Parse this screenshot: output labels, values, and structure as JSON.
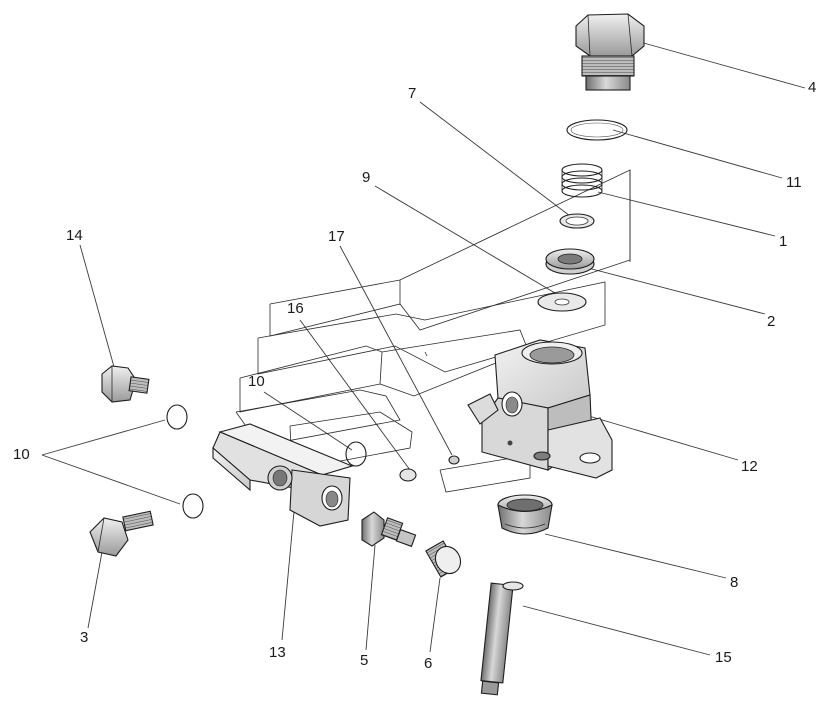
{
  "diagram": {
    "labels": {
      "p1": "1",
      "p2": "2",
      "p3": "3",
      "p4": "4",
      "p5": "5",
      "p6": "6",
      "p7": "7",
      "p8": "8",
      "p9": "9",
      "p10a": "10",
      "p10b": "10",
      "p11": "11",
      "p12": "12",
      "p13": "13",
      "p14": "14",
      "p15": "15",
      "p16": "16",
      "p17": "17"
    }
  }
}
